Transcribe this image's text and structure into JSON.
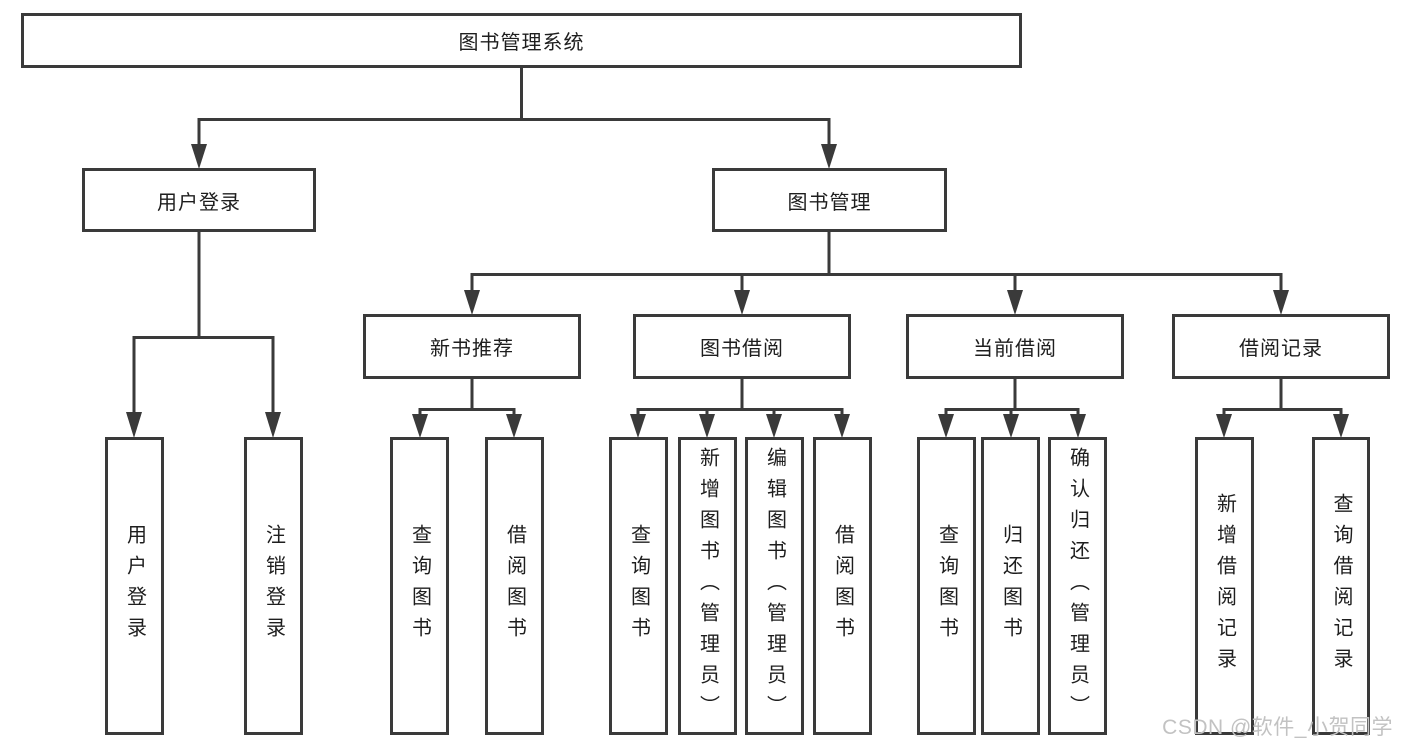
{
  "colors": {
    "line": "#3a3a3a",
    "box_border": "#3a3a3a",
    "box_fill": "#ffffff",
    "text": "#1e1e1e",
    "watermark": "#c2c2c2",
    "background": "#ffffff"
  },
  "watermark": "CSDN @软件_小贺同学",
  "tree": {
    "label": "图书管理系统",
    "children": [
      {
        "label": "用户登录",
        "children": [
          {
            "label": "用户登录"
          },
          {
            "label": "注销登录"
          }
        ]
      },
      {
        "label": "图书管理",
        "children": [
          {
            "label": "新书推荐",
            "children": [
              {
                "label": "查询图书"
              },
              {
                "label": "借阅图书"
              }
            ]
          },
          {
            "label": "图书借阅",
            "children": [
              {
                "label": "查询图书"
              },
              {
                "label": "新增图书（管理员）"
              },
              {
                "label": "编辑图书（管理员）"
              },
              {
                "label": "借阅图书"
              }
            ]
          },
          {
            "label": "当前借阅",
            "children": [
              {
                "label": "查询图书"
              },
              {
                "label": "归还图书"
              },
              {
                "label": "确认归还（管理员）"
              }
            ]
          },
          {
            "label": "借阅记录",
            "children": [
              {
                "label": "新增借阅记录"
              },
              {
                "label": "查询借阅记录"
              }
            ]
          }
        ]
      }
    ]
  }
}
